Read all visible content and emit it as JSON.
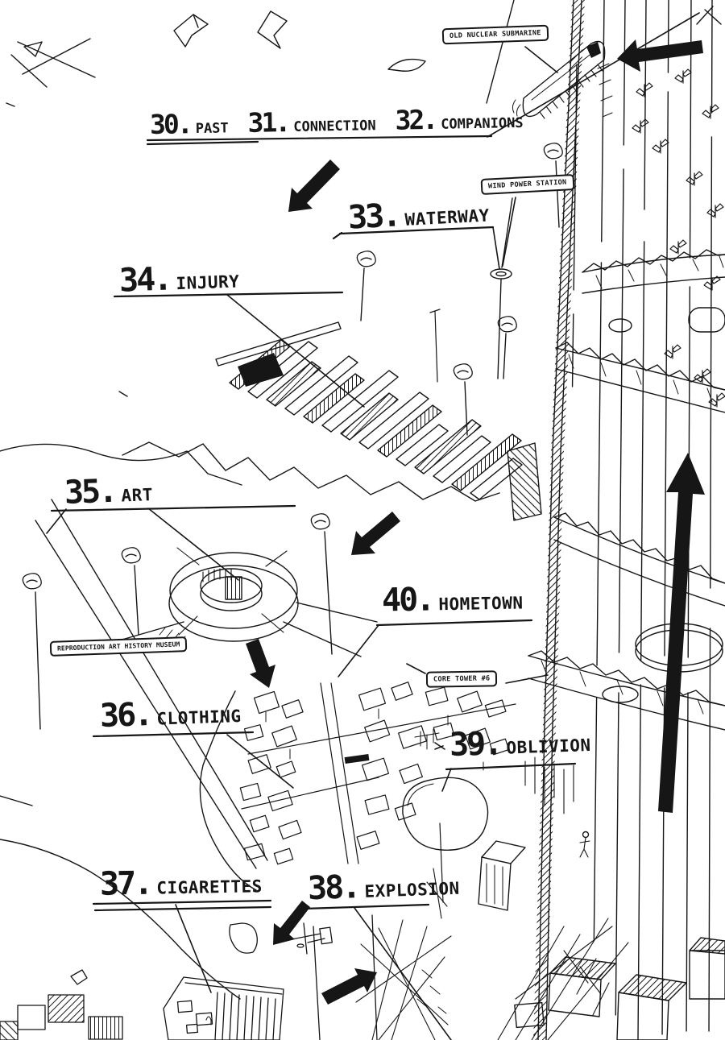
{
  "page": {
    "kind": "hand-drawn chapter location map",
    "paper_color": "#ffffff",
    "ink_color": "#161616"
  },
  "chapters": [
    {
      "num": "30.",
      "title": "PAST"
    },
    {
      "num": "31.",
      "title": "CONNECTION"
    },
    {
      "num": "32.",
      "title": "COMPANIONS"
    },
    {
      "num": "33.",
      "title": "WATERWAY"
    },
    {
      "num": "34.",
      "title": "INJURY"
    },
    {
      "num": "35.",
      "title": "ART"
    },
    {
      "num": "36.",
      "title": "CLOTHING"
    },
    {
      "num": "37.",
      "title": "CIGARETTES"
    },
    {
      "num": "38.",
      "title": "EXPLOSION"
    },
    {
      "num": "39.",
      "title": "OBLIVION"
    },
    {
      "num": "40.",
      "title": "HOMETOWN"
    }
  ],
  "callouts": [
    {
      "label": "OLD NUCLEAR SUBMARINE"
    },
    {
      "label": "WIND POWER STATION"
    },
    {
      "label": "REPRODUCTION ART HISTORY MUSEUM"
    },
    {
      "label": "CORE TOWER #6"
    }
  ],
  "arrows": [
    {
      "name": "arrow-to-submarine",
      "direction": "left"
    },
    {
      "name": "arrow-upper-downleft",
      "direction": "down-left"
    },
    {
      "name": "arrow-mid-downleft",
      "direction": "down-left"
    },
    {
      "name": "arrow-below-art",
      "direction": "down"
    },
    {
      "name": "arrow-tower-up",
      "direction": "up"
    },
    {
      "name": "arrow-bottom-downleft",
      "direction": "down-left"
    },
    {
      "name": "arrow-bottom-upright",
      "direction": "up-right"
    }
  ]
}
